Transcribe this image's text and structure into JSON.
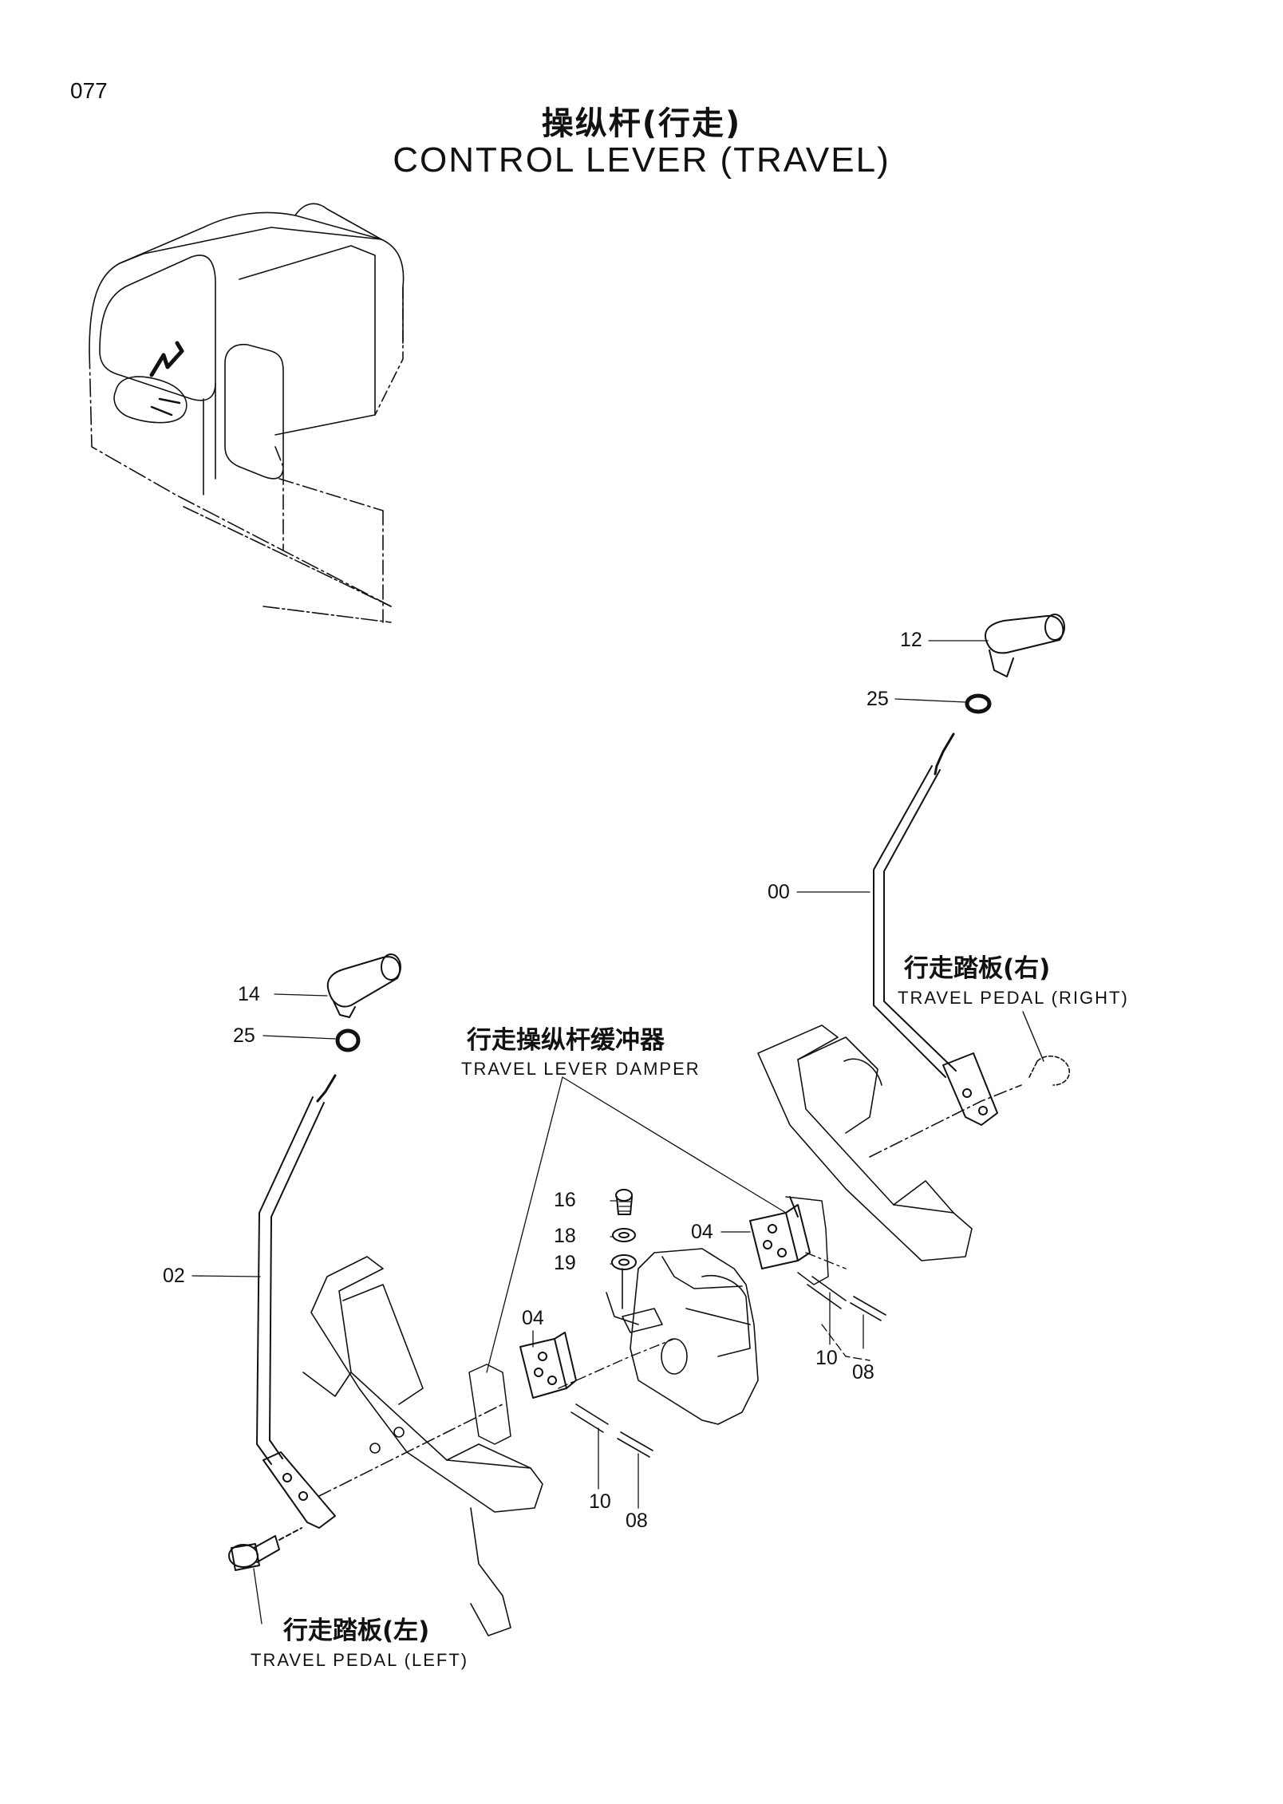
{
  "page": {
    "number": "077",
    "title_cn": "操纵杆(行走)",
    "title_en": "CONTROL LEVER (TRAVEL)"
  },
  "labels": {
    "travel_pedal_right": {
      "cn": "行走踏板(右)",
      "en": "TRAVEL PEDAL (RIGHT)"
    },
    "travel_lever_damper": {
      "cn": "行走操纵杆缓冲器",
      "en": "TRAVEL LEVER DAMPER"
    },
    "travel_pedal_left": {
      "cn": "行走踏板(左)",
      "en": "TRAVEL PEDAL (LEFT)"
    }
  },
  "callouts": {
    "right_grip": "12",
    "right_washer": "25",
    "right_lever": "00",
    "left_grip": "14",
    "left_washer": "25",
    "left_lever": "02",
    "bolt": "16",
    "spring_washer": "18",
    "flat_washer": "19",
    "right_bracket": "04",
    "left_bracket": "04",
    "right_pin": "10",
    "right_cotter": "08",
    "left_pin": "10",
    "left_cotter": "08"
  }
}
